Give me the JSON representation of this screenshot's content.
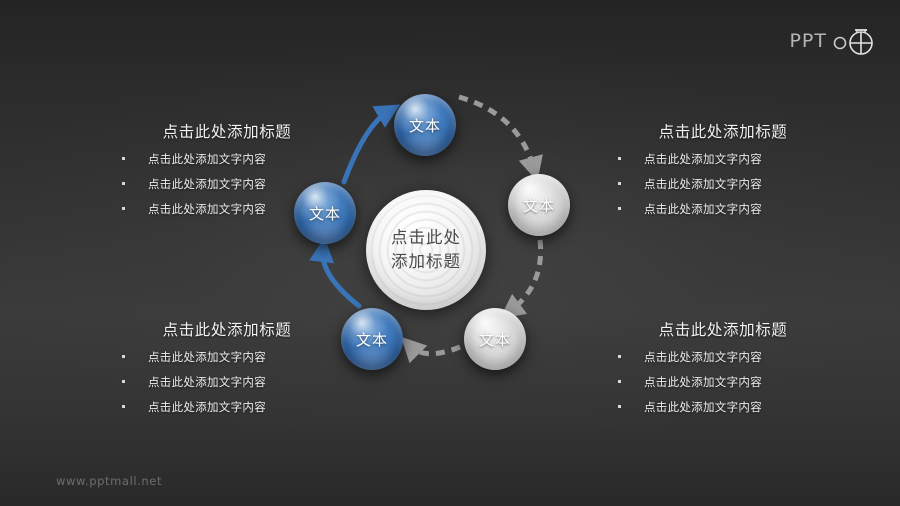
{
  "logo": {
    "text": "PPT",
    "mark_icon": "target-crosshair-icon"
  },
  "center": {
    "line1": "点击此处",
    "line2": "添加标题"
  },
  "nodes": [
    {
      "id": "top",
      "label": "文本",
      "color": "#3f79bb",
      "style": "blue"
    },
    {
      "id": "right",
      "label": "文本",
      "color": "#c8c8c8",
      "style": "gray"
    },
    {
      "id": "bottom-right",
      "label": "文本",
      "color": "#c8c8c8",
      "style": "gray"
    },
    {
      "id": "bottom-left",
      "label": "文本",
      "color": "#3f79bb",
      "style": "blue"
    },
    {
      "id": "left",
      "label": "文本",
      "color": "#3f79bb",
      "style": "blue"
    }
  ],
  "arrows": [
    {
      "id": "top-to-right",
      "style": "dashed",
      "color": "#8d8d8d"
    },
    {
      "id": "right-to-bottomright",
      "style": "dashed",
      "color": "#8d8d8d"
    },
    {
      "id": "bottomright-to-bottomleft",
      "style": "dashed",
      "color": "#8d8d8d"
    },
    {
      "id": "bottomleft-to-left",
      "style": "solid",
      "color": "#3a74b8"
    },
    {
      "id": "left-to-top",
      "style": "solid",
      "color": "#3a74b8"
    }
  ],
  "text_blocks": {
    "top_left": {
      "title": "点击此处添加标题",
      "bullets": [
        "点击此处添加文字内容",
        "点击此处添加文字内容",
        "点击此处添加文字内容"
      ]
    },
    "top_right": {
      "title": "点击此处添加标题",
      "bullets": [
        "点击此处添加文字内容",
        "点击此处添加文字内容",
        "点击此处添加文字内容"
      ]
    },
    "bottom_left": {
      "title": "点击此处添加标题",
      "bullets": [
        "点击此处添加文字内容",
        "点击此处添加文字内容",
        "点击此处添加文字内容"
      ]
    },
    "bottom_right": {
      "title": "点击此处添加标题",
      "bullets": [
        "点击此处添加文字内容",
        "点击此处添加文字内容",
        "点击此处添加文字内容"
      ]
    }
  },
  "footer": {
    "url": "www.pptmall.net"
  }
}
